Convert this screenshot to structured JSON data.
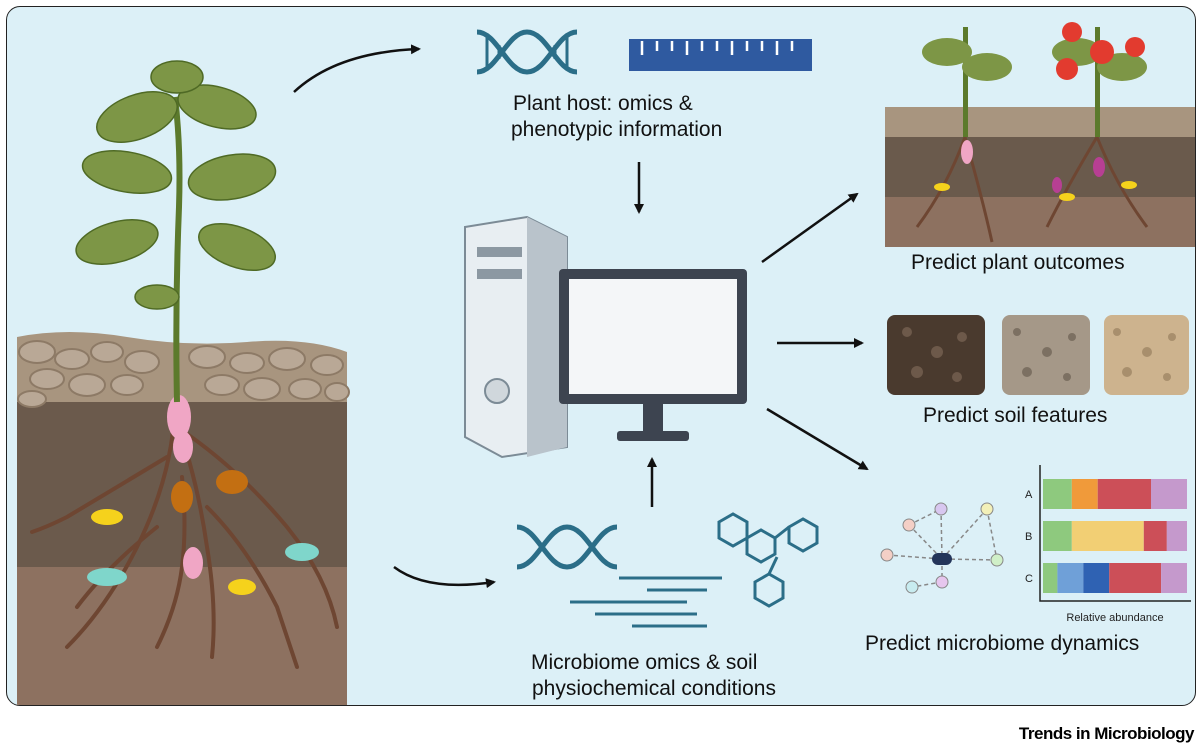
{
  "labels": {
    "plant_host": "Plant host: omics &",
    "plant_host_2": "phenotypic information",
    "predict_plant": "Predict plant outcomes",
    "predict_soil": "Predict soil features",
    "predict_microbiome": "Predict microbiome dynamics",
    "microbiome_omics": "Microbiome omics & soil",
    "microbiome_omics_2": "physiochemical conditions"
  },
  "chart_data": {
    "type": "bar",
    "categories": [
      "A",
      "B",
      "C"
    ],
    "xlabel": "Relative abundance",
    "series": [
      {
        "values": [
          0.2,
          0.2,
          0.1
        ]
      },
      {
        "values": [
          0.18,
          0.5,
          0.18
        ]
      },
      {
        "values": [
          0.0,
          0.0,
          0.18
        ]
      },
      {
        "values": [
          0.37,
          0.16,
          0.36
        ]
      },
      {
        "values": [
          0.25,
          0.14,
          0.18
        ]
      }
    ],
    "colors": [
      "#8ec97e",
      "#f09a3a",
      "#f2cf74",
      "#6fa0d8",
      "#2f62b3",
      "#cc4f58",
      "#c599cc"
    ]
  },
  "footer": {
    "journal": "Trends in Microbiology"
  },
  "icons": [
    "dna-icon",
    "ruler-icon",
    "computer-icon",
    "molecule-icon",
    "network-icon",
    "tomato-plant-icon",
    "soil-sample-icon"
  ]
}
